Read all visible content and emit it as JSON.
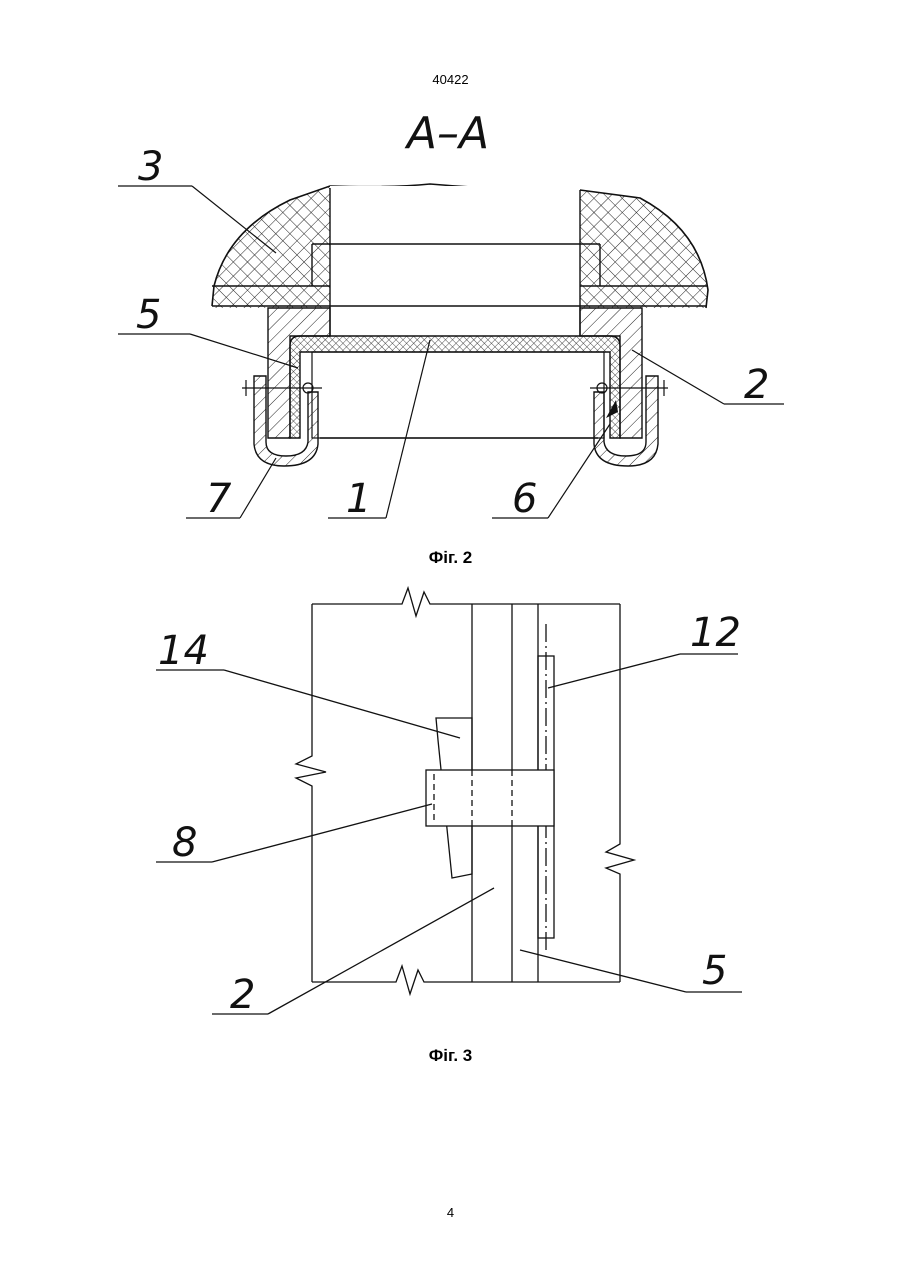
{
  "header": {
    "doc_number": "40422"
  },
  "figure2": {
    "section_label": "А–А",
    "caption": "Фіг. 2",
    "labels": {
      "l3": "3",
      "l5": "5",
      "l2": "2",
      "l7": "7",
      "l1": "1",
      "l6": "6"
    }
  },
  "figure3": {
    "caption": "Фіг. 3",
    "labels": {
      "l14": "14",
      "l12": "12",
      "l8": "8",
      "l2": "2",
      "l5": "5"
    }
  },
  "footer": {
    "page_number": "4"
  }
}
